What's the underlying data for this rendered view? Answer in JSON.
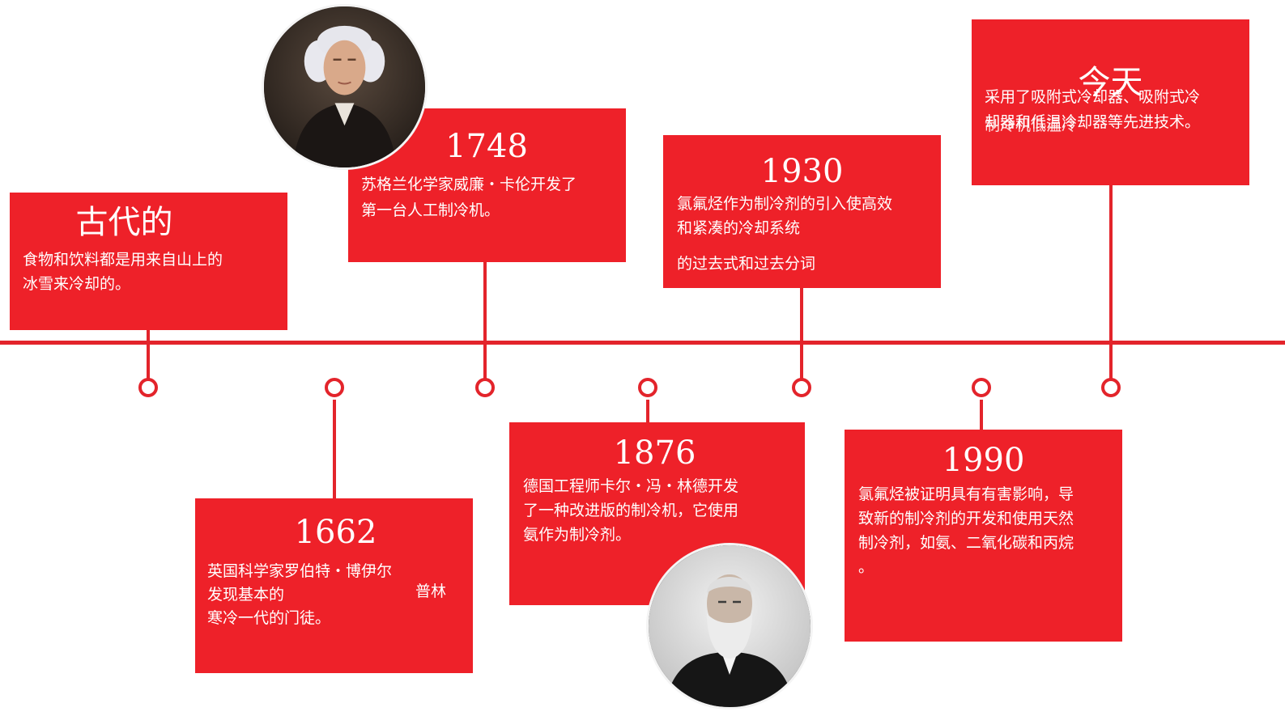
{
  "accent_color": "#ee2129",
  "timeline": {
    "events": [
      {
        "head": "古代的",
        "lines": [
          "食物和饮料都是用来自山上的",
          "冰雪来冷却的。"
        ]
      },
      {
        "head": "1662",
        "lines": [
          "英国科学家罗伯特・博伊尔",
          "发现基本的",
          "寒冷一代的门徒。"
        ],
        "extra": "普林"
      },
      {
        "head": "1748",
        "lines": [
          "苏格兰化学家威廉・卡伦开发了",
          "第一台人工制冷机。"
        ]
      },
      {
        "head": "1876",
        "lines": [
          "德国工程师卡尔・冯・林德开发",
          "了一种改进版的制冷机，它使用",
          "氨作为制冷剂。"
        ]
      },
      {
        "head": "1930",
        "lines": [
          "氯氟烃作为制冷剂的引入使高效",
          "和紧凑的冷却系统"
        ],
        "extra": "的过去式和过去分词"
      },
      {
        "head": "1990",
        "lines": [
          "氯氟烃被证明具有有害影响，导",
          "致新的制冷剂的开发和使用天然",
          "制冷剂，如氨、二氧化碳和丙烷",
          "。"
        ]
      },
      {
        "head": "今天",
        "lines": [
          "采用了吸附式冷却器、吸附式冷",
          "却器和低温冷却器等先进技术。"
        ],
        "overlap": "制冷机低温冷"
      }
    ]
  },
  "portraits": [
    {
      "subject": "william-cullen-portrait"
    },
    {
      "subject": "carl-von-linde-portrait"
    }
  ]
}
